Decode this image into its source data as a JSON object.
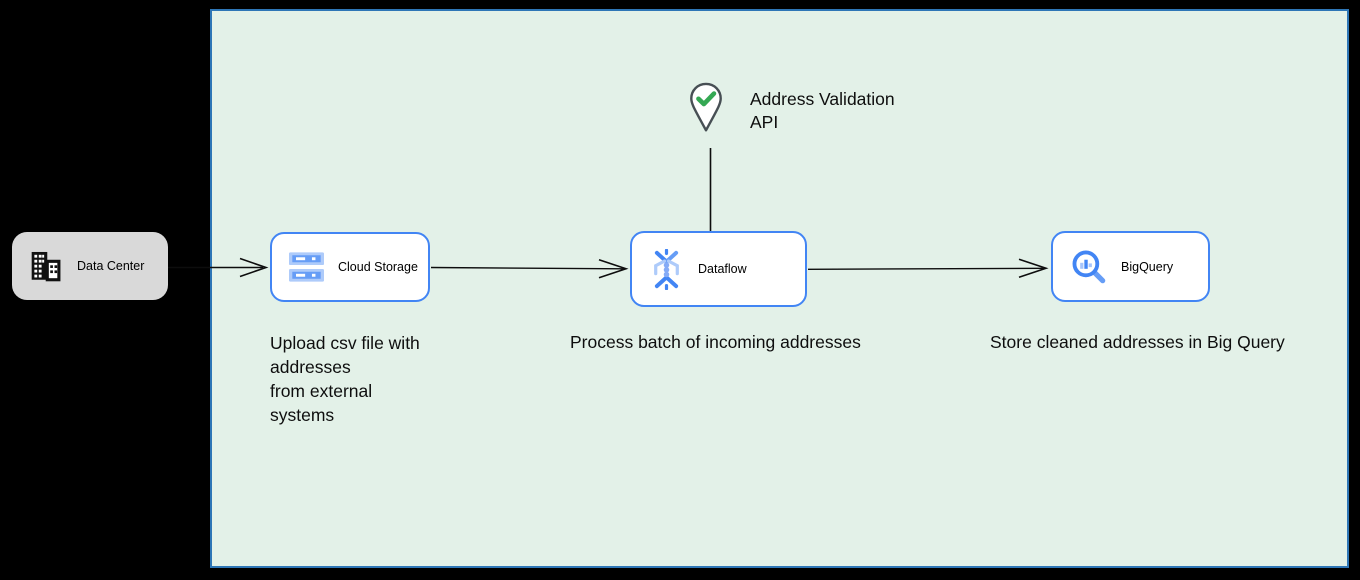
{
  "diagram": {
    "title_hint": "address-validation-pipeline",
    "zone": {
      "fill": "#e3f1e8",
      "border_color": "#2e76b6"
    },
    "data_center": {
      "label": "Data Center",
      "icon": "building-icon",
      "fill": "#d9d9d9"
    },
    "nodes": {
      "cloud_storage": {
        "label": "Cloud Storage",
        "icon": "cloud-storage-icon"
      },
      "dataflow": {
        "label": "Dataflow",
        "icon": "dataflow-icon"
      },
      "bigquery": {
        "label": "BigQuery",
        "icon": "bigquery-icon"
      }
    },
    "annotation": {
      "icon": "map-pin-check-icon",
      "line1": "Address Validation",
      "line2": "API"
    },
    "descriptions": {
      "upload_lines": [
        "Upload csv file with",
        "addresses",
        "from external",
        "systems"
      ],
      "process": "Process batch of incoming addresses",
      "store": "Store cleaned addresses in Big Query"
    },
    "edges": [
      "data-center -> cloud-storage",
      "cloud-storage -> dataflow",
      "dataflow -> bigquery",
      "address-validation-api -- dataflow"
    ],
    "colors": {
      "node_border": "#4285f4",
      "icon_blue_dark": "#4285f4",
      "icon_blue_mid": "#669df6",
      "icon_blue_light": "#aecbfa",
      "check_green": "#34a853",
      "arrow": "#0d0d0d",
      "background": "#000000"
    }
  }
}
